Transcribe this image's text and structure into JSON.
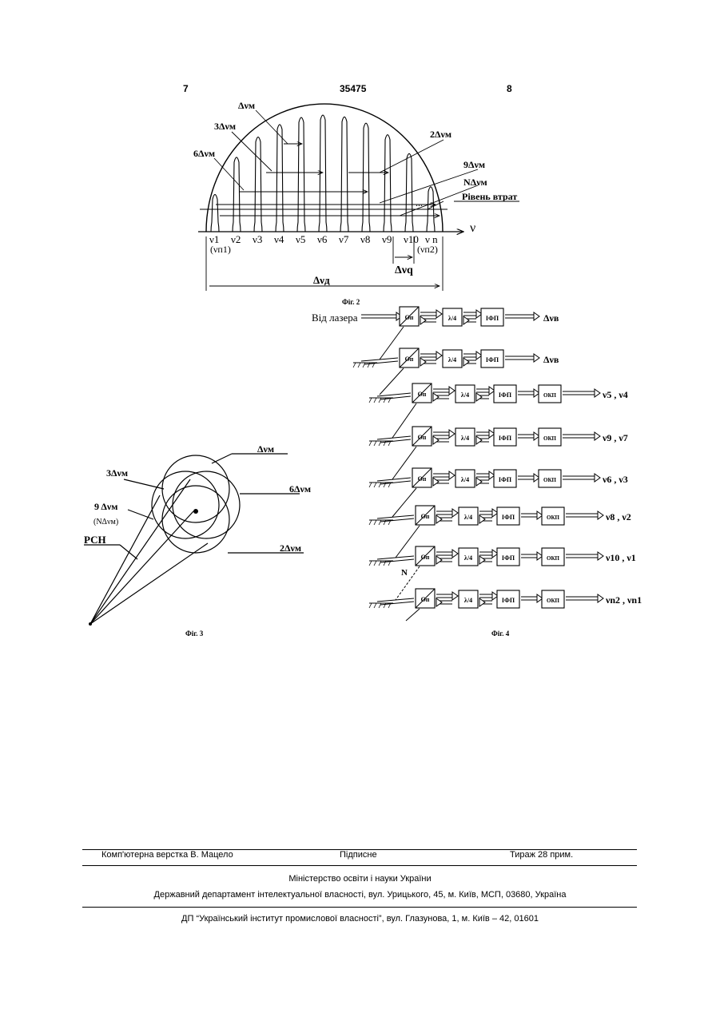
{
  "header": {
    "page_left": "7",
    "patent_number": "35475",
    "page_right": "8"
  },
  "fig2": {
    "caption": "Фіг. 2",
    "freq_axis_label": "ν",
    "modes": [
      "ν1",
      "ν2",
      "ν3",
      "ν4",
      "ν5",
      "ν6",
      "ν7",
      "ν8",
      "ν9",
      "ν10",
      "ν n"
    ],
    "edge_left": "(νп1)",
    "edge_right": "(νп2)",
    "dots": "...",
    "labels": {
      "d1": "Δνм",
      "d3": "3Δνм",
      "d2": "2Δνм",
      "d6": "6Δνм",
      "d9": "9Δνм",
      "dN": "NΔνм",
      "loss": "Рівень втрат",
      "dq": "Δνq",
      "dd": "Δνд"
    }
  },
  "fig3": {
    "caption": "Фіг. 3",
    "labels": {
      "d1": "Δνм",
      "d3": "3Δνм",
      "d6": "6Δνм",
      "d9": "9 Δνм",
      "dN": "(NΔνм)",
      "pch": "РСН",
      "d2": "2Δνм"
    }
  },
  "fig4": {
    "caption": "Фіг. 4",
    "input_label": "Від лазера",
    "split_label": "N",
    "block_labels": {
      "op": "Оп",
      "wave": "λ/4",
      "ifp": "ІФП",
      "okp": "ОКП"
    },
    "rows": [
      {
        "out": "Δνв",
        "okp": false
      },
      {
        "out": "Δνв",
        "okp": false
      },
      {
        "out": "ν5 , ν4",
        "okp": true
      },
      {
        "out": "ν9 , ν7",
        "okp": true
      },
      {
        "out": "ν6 , ν3",
        "okp": true
      },
      {
        "out": "ν8 , ν2",
        "okp": true
      },
      {
        "out": "ν10 , ν1",
        "okp": true
      },
      {
        "out": "νn2 , νn1",
        "okp": true
      }
    ]
  },
  "footer": {
    "layout": "Комп'ютерна верстка В. Мацело",
    "signed": "Підписне",
    "circulation": "Тираж 28 прим.",
    "ministry": "Міністерство освіти і науки України",
    "department": "Державний департамент інтелектуальної власності, вул. Урицького, 45, м. Київ, МСП, 03680, Україна",
    "institute": "ДП “Український інститут промислової власності”, вул. Глазунова, 1, м. Київ – 42, 01601"
  }
}
